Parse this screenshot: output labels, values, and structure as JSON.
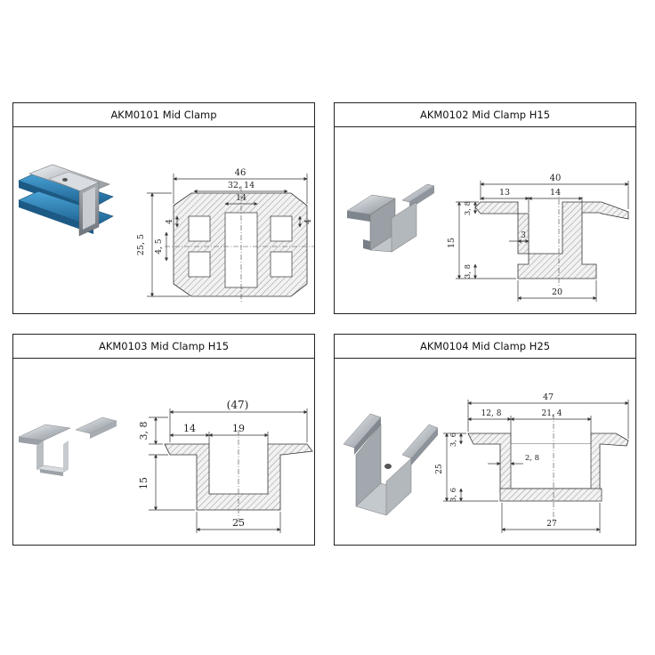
{
  "panels": [
    {
      "title": "AKM0101 Mid Clamp",
      "dims": {
        "w_total": "46",
        "w_mid": "32, 14",
        "w_in": "14",
        "h_total": "25, 5",
        "h_mid": "4, 5",
        "h_left": "4",
        "h_right": "4"
      }
    },
    {
      "title": "AKM0102 Mid Clamp H15",
      "dims": {
        "w_total": "40",
        "w_wing": "13",
        "w_in": "14",
        "gap": "3",
        "h_total": "15",
        "t_top": "3, 8",
        "t_bot": "3, 8",
        "w_bot": "20"
      }
    },
    {
      "title": "AKM0103 Mid Clamp H15",
      "dims": {
        "w_total": "(47)",
        "w_wing": "14",
        "w_in": "19",
        "t_top": "3, 8",
        "h_total": "15",
        "w_bot": "25"
      }
    },
    {
      "title": "AKM0104 Mid Clamp H25",
      "dims": {
        "w_total": "47",
        "w_wing": "12, 8",
        "w_in": "21, 4",
        "gap": "2, 8",
        "h_total": "25",
        "t_top": "3, 6",
        "t_bot": "3, 6",
        "w_bot": "27"
      }
    }
  ]
}
